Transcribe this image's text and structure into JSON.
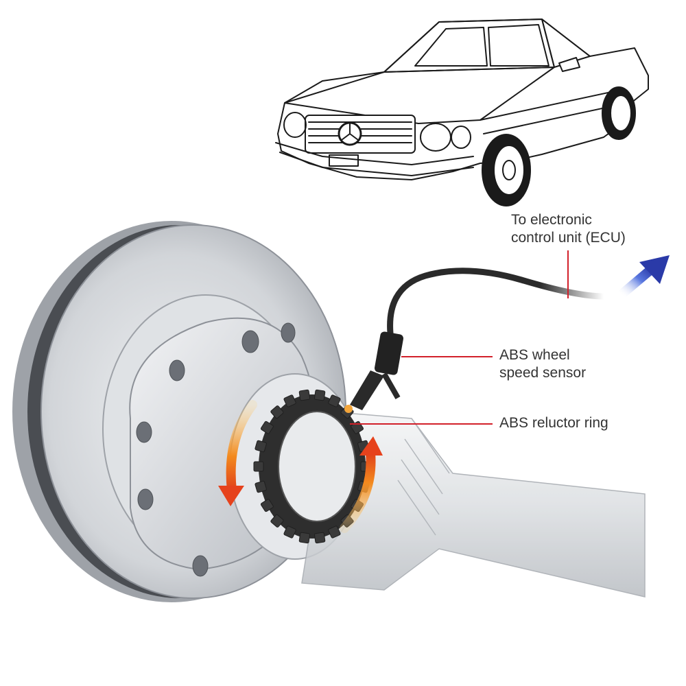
{
  "labels": {
    "ecu": "To electronic\ncontrol unit (ECU)",
    "sensor": "ABS wheel\nspeed sensor",
    "ring": "ABS reluctor ring"
  },
  "colors": {
    "leader_line": "#d2202a",
    "arrow_blue": "#3a4fc8",
    "rotation_arrow": "#f07a1a",
    "cable": "#2a2a2a",
    "disc": "#c9ccd0",
    "ring": "#3a3a3a"
  },
  "icons": {
    "vehicle": "classic-coupe-illustration",
    "brake": "brake-disc-illustration",
    "axle": "drive-shaft-illustration"
  }
}
